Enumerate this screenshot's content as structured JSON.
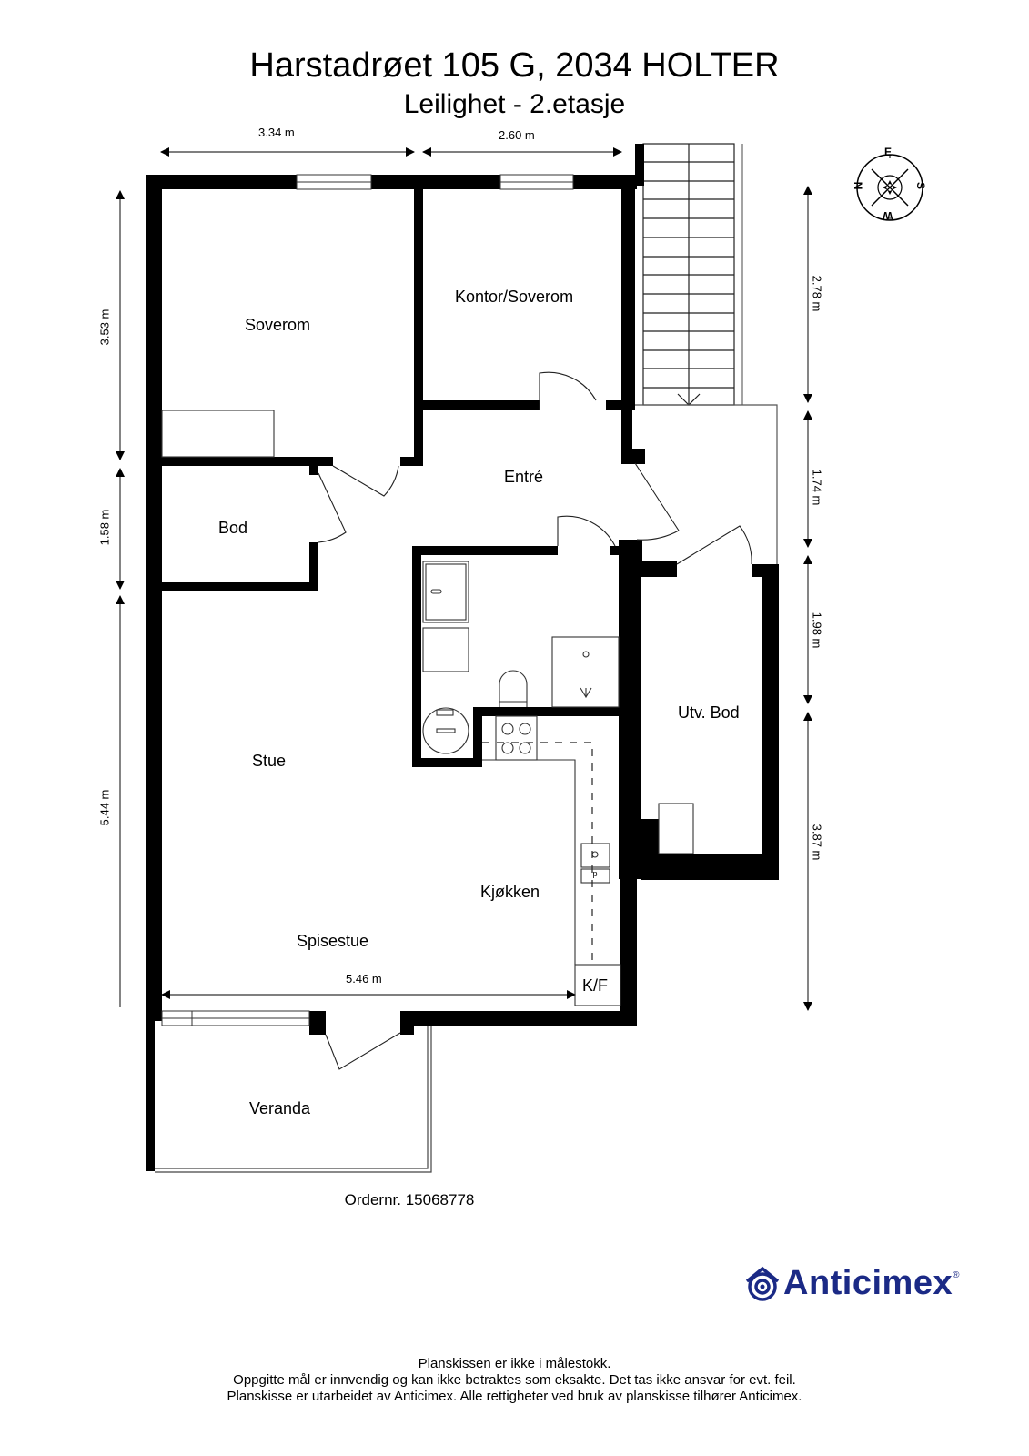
{
  "header": {
    "title": "Harstadrøet 105 G, 2034 HOLTER",
    "subtitle": "Leilighet - 2.etasje"
  },
  "rooms": {
    "soverom": "Soverom",
    "kontor": "Kontor/Soverom",
    "entre": "Entré",
    "bod": "Bod",
    "stue": "Stue",
    "kjokken": "Kjøkken",
    "spisestue": "Spisestue",
    "kf": "K/F",
    "utv_bod": "Utv. Bod",
    "veranda": "Veranda"
  },
  "dimensions": {
    "top_left": "3.34 m",
    "top_right": "2.60 m",
    "left_1": "3.53 m",
    "left_2": "1.58 m",
    "left_3": "5.44 m",
    "right_1": "2.78 m",
    "right_2": "1.74 m",
    "right_3": "1.98 m",
    "right_4": "3.87 m",
    "bottom_inner": "5.46 m"
  },
  "compass": {
    "north": "N",
    "east": "E",
    "south": "S",
    "west": "W"
  },
  "order": "Ordernr. 15068778",
  "logo": {
    "name": "Anticimex",
    "reg": "®",
    "color": "#1b2a86"
  },
  "footer": {
    "line1": "Planskissen er ikke i målestokk.",
    "line2": "Oppgitte mål er innvendig og kan ikke betraktes som eksakte. Det tas ikke ansvar for evt. feil.",
    "line3": "Planskisse er utarbeidet av Anticimex. Alle rettigheter ved bruk av planskisse tilhører Anticimex."
  }
}
